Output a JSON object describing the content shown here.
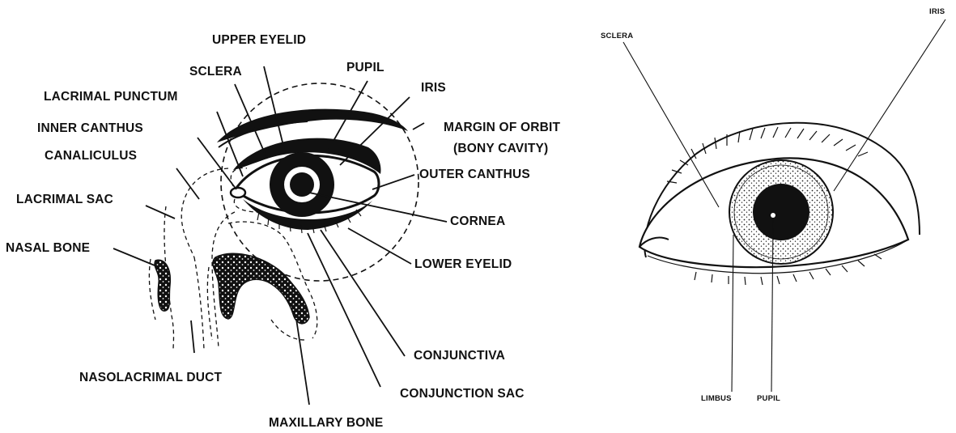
{
  "left_diagram": {
    "labels": {
      "upper_eyelid": "UPPER EYELID",
      "sclera": "SCLERA",
      "pupil": "PUPIL",
      "iris": "IRIS",
      "lacrimal_punctum": "LACRIMAL PUNCTUM",
      "inner_canthus": "INNER CANTHUS",
      "canaliculus": "CANALICULUS",
      "margin_of_orbit": "MARGIN OF ORBIT",
      "bony_cavity": "(BONY CAVITY)",
      "outer_canthus": "OUTER CANTHUS",
      "lacrimal_sac": "LACRIMAL SAC",
      "cornea": "CORNEA",
      "nasal_bone": "NASAL BONE",
      "lower_eyelid": "LOWER EYELID",
      "conjunctiva": "CONJUNCTIVA",
      "nasolacrimal_duct": "NASOLACRIMAL DUCT",
      "conjunction_sac": "CONJUNCTION SAC",
      "maxillary_bone": "MAXILLARY BONE"
    }
  },
  "right_diagram": {
    "labels": {
      "sclera": "SCLERA",
      "iris": "IRIS",
      "limbus": "LIMBUS",
      "pupil": "PUPIL"
    }
  }
}
